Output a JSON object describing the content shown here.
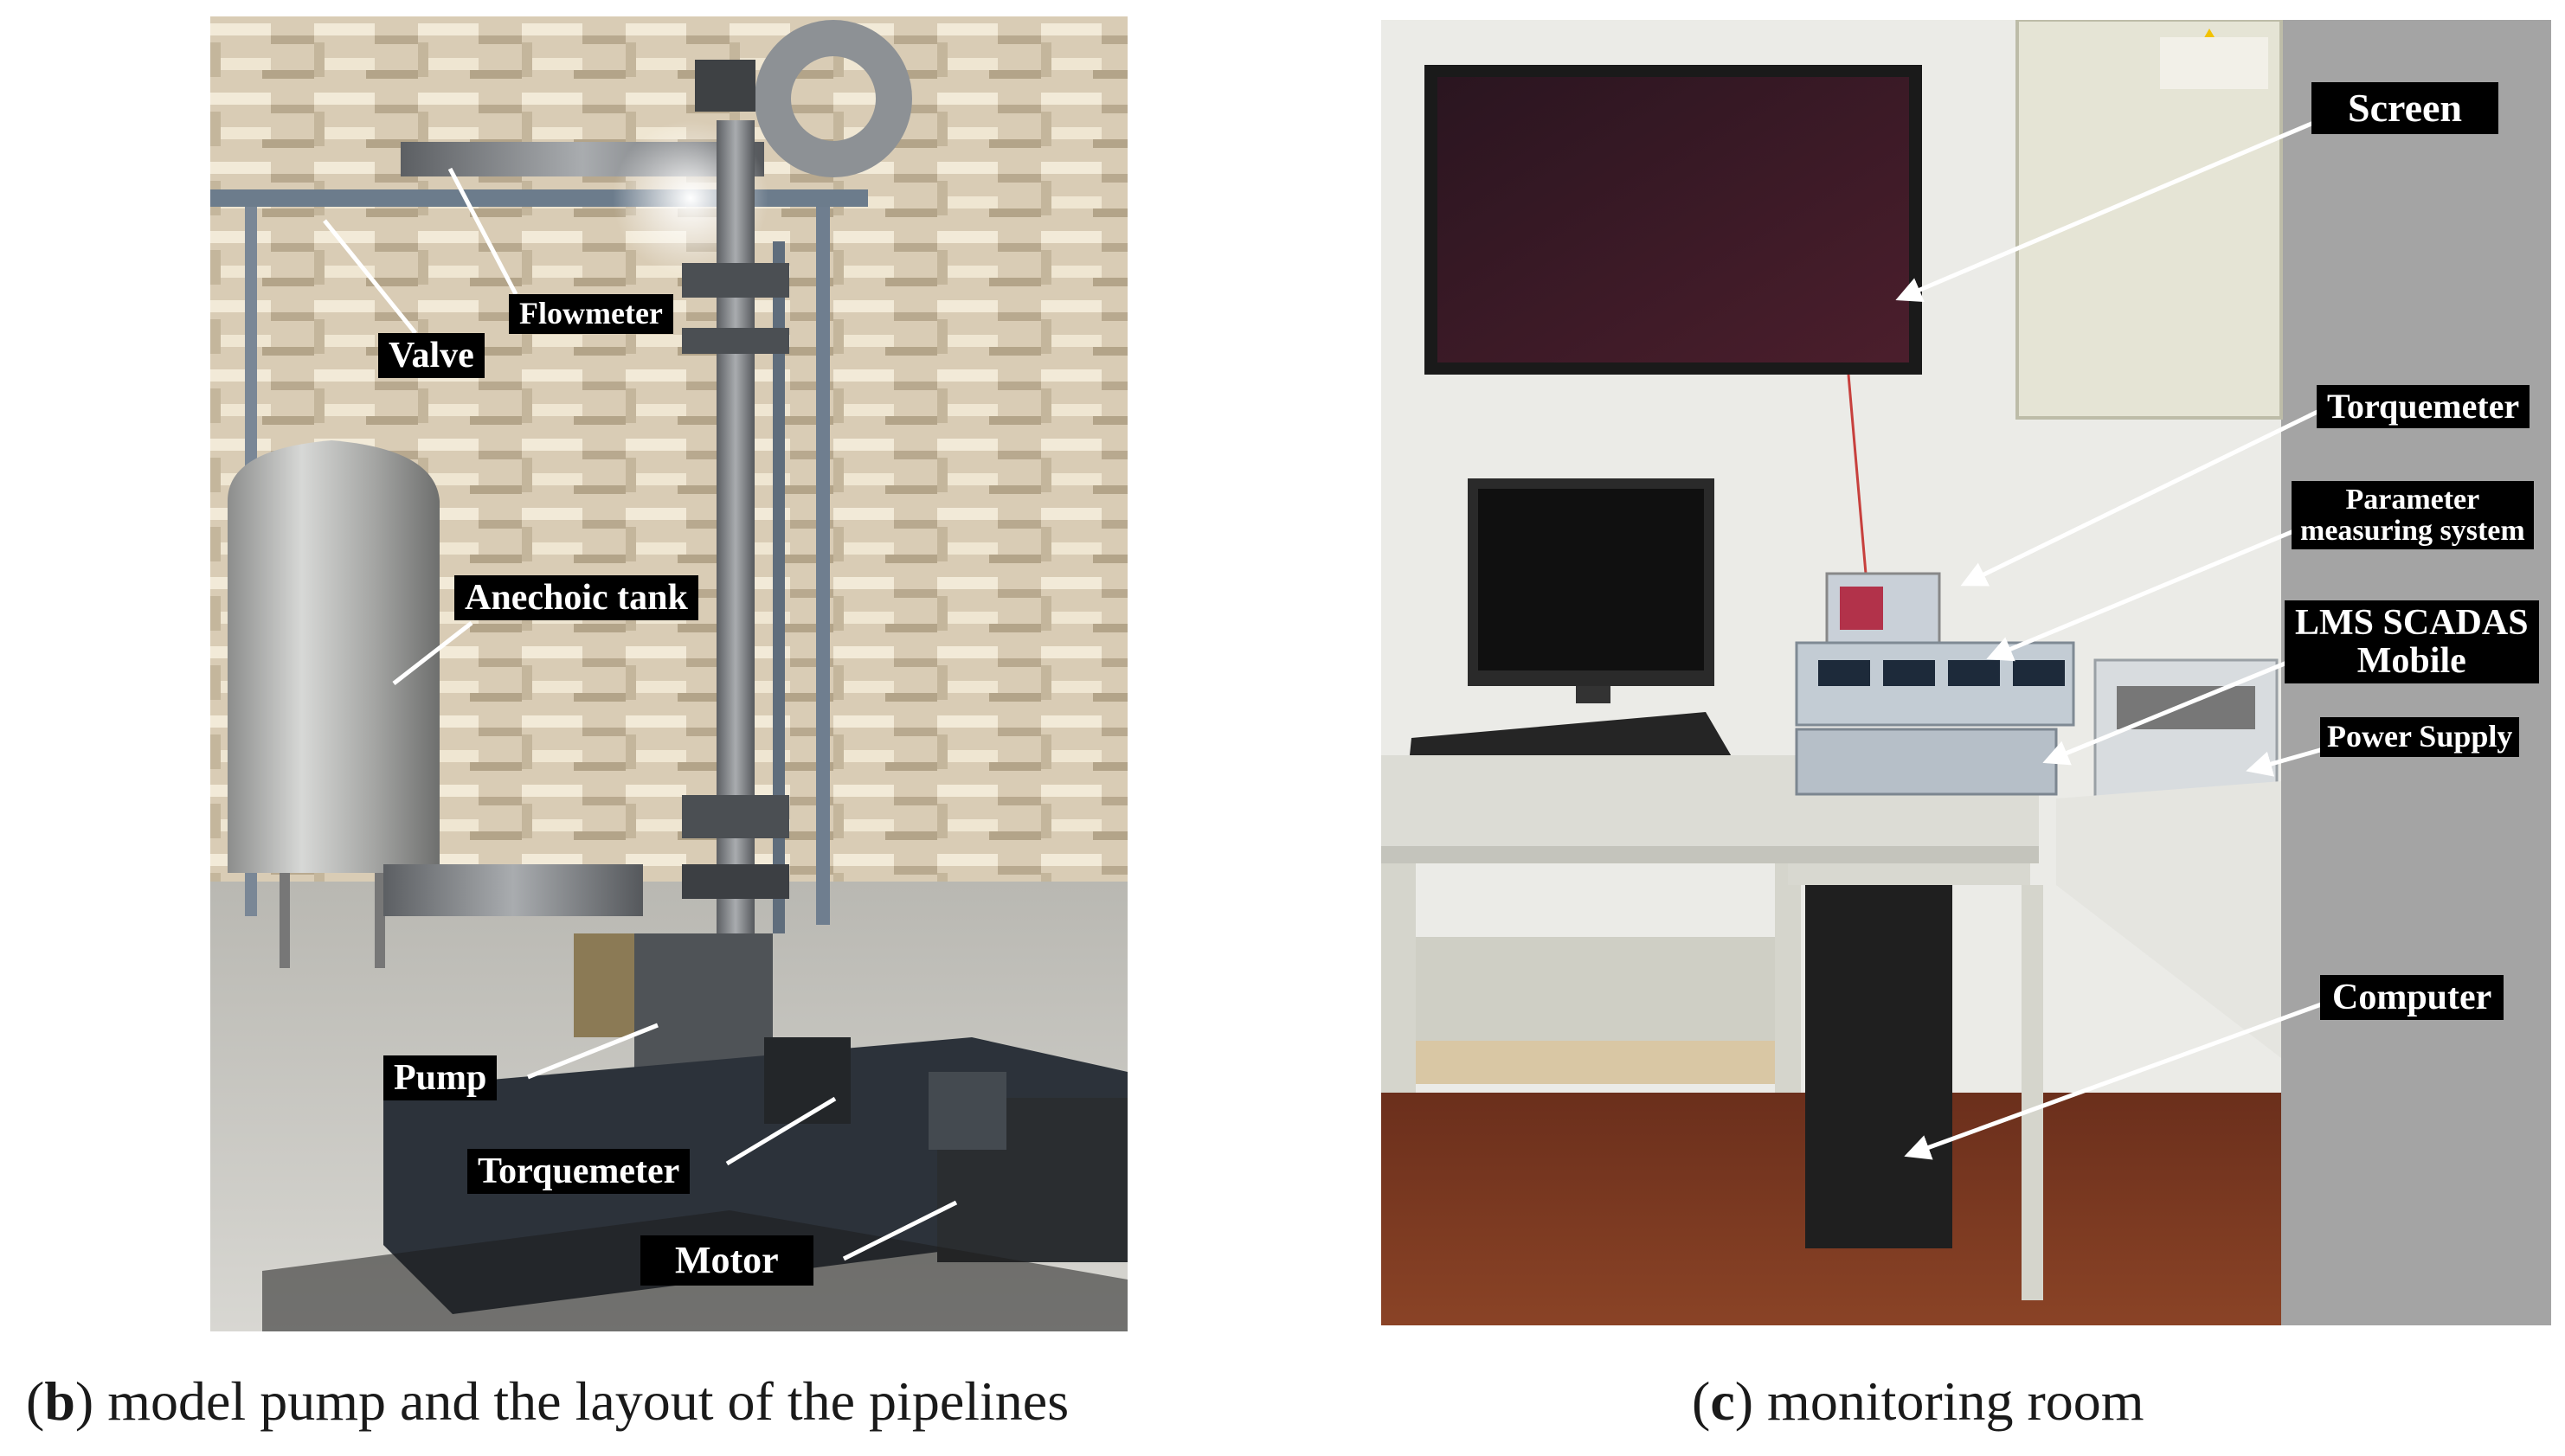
{
  "panel_b": {
    "labels": {
      "flowmeter": "Flowmeter",
      "valve": "Valve",
      "anechoic_tank": "Anechoic tank",
      "pump": "Pump",
      "torquemeter": "Torquemeter",
      "motor": "Motor"
    },
    "caption": {
      "letter": "b",
      "text": "model pump and the layout of the pipelines"
    }
  },
  "panel_c": {
    "labels": {
      "screen": "Screen",
      "torquemeter": "Torquemeter",
      "parameter_line1": "Parameter",
      "parameter_line2": "measuring system",
      "lms_line1": "LMS SCADAS",
      "lms_line2": "Mobile",
      "power_supply": "Power Supply",
      "computer": "Computer"
    },
    "caption": {
      "letter": "c",
      "text": "monitoring room"
    }
  },
  "colors": {
    "label_bg": "#000000",
    "label_text": "#ffffff",
    "foam_wall": "#d6c9b2",
    "floor": "#c9c7c0",
    "wall_white": "#ebebe8",
    "wood_floor": "#7a3a22",
    "grey_strip": "#a3a3a3"
  }
}
